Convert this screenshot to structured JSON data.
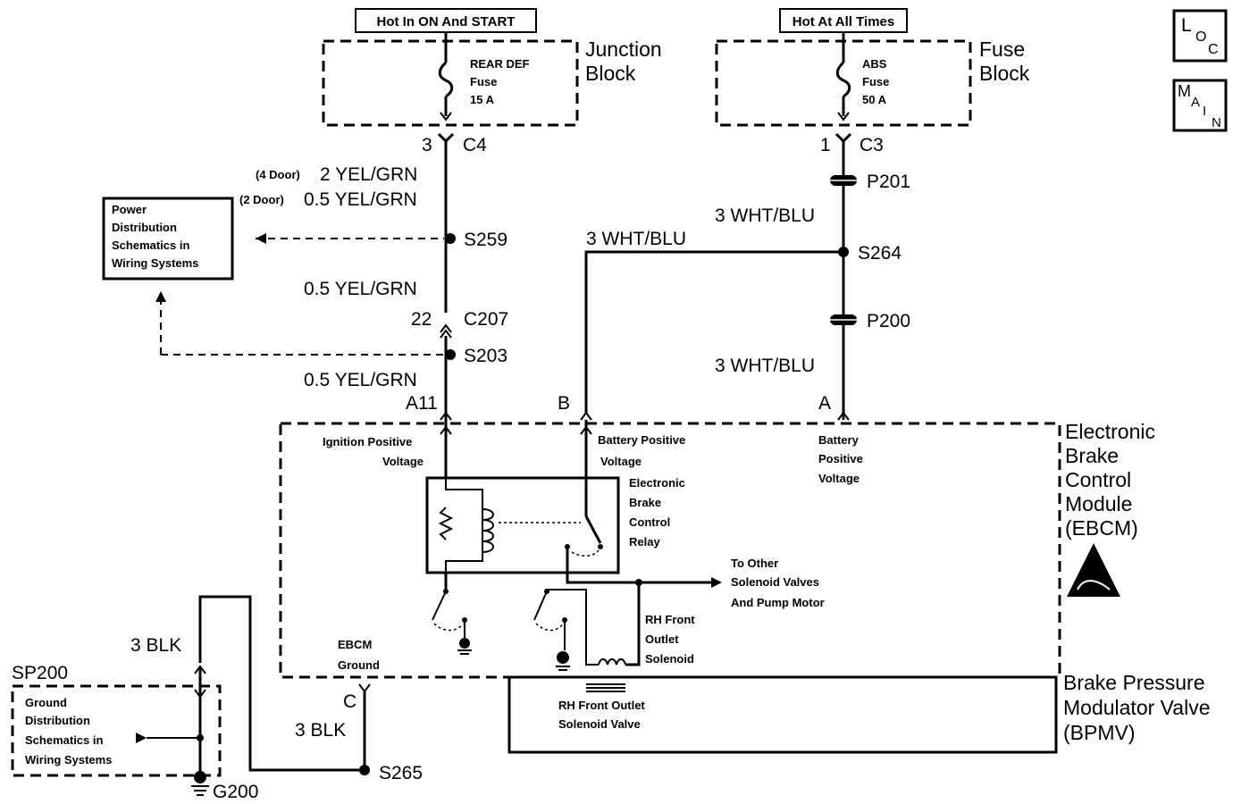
{
  "header": {
    "hot_run": "Hot In ON And START",
    "hot_all": "Hot At All Times",
    "loc": [
      "L",
      "O",
      "C"
    ],
    "main": [
      "M",
      "A",
      "I",
      "N"
    ]
  },
  "junction_block": {
    "name": [
      "Junction",
      "Block"
    ],
    "fuse": [
      "REAR DEF",
      "Fuse",
      "15 A"
    ],
    "pin": "3",
    "connector": "C4"
  },
  "fuse_block": {
    "name": [
      "Fuse",
      "Block"
    ],
    "fuse": [
      "ABS",
      "Fuse",
      "50 A"
    ],
    "pin": "1",
    "connector": "C3"
  },
  "left_circuit": {
    "wire_4door": "(4 Door)",
    "wire_4door_label": "2 YEL/GRN",
    "wire_2door": "(2 Door)",
    "wire_2door_label": "0.5 YEL/GRN",
    "splice_1": "S259",
    "wire_mid": "0.5 YEL/GRN",
    "c207_pin": "22",
    "c207": "C207",
    "splice_2": "S203",
    "wire_low": "0.5 YEL/GRN",
    "ebcm_pin": "A11"
  },
  "power_dist_box": [
    "Power",
    "Distribution",
    "Schematics in",
    "Wiring Systems"
  ],
  "right_circuit": {
    "p201": "P201",
    "wire_upper": "3 WHT/BLU",
    "splice": "S264",
    "wire_branch": "3 WHT/BLU",
    "p200": "P200",
    "wire_lower": "3 WHT/BLU",
    "pin_a": "A",
    "pin_b": "B"
  },
  "ebcm": {
    "name": [
      "Electronic",
      "Brake",
      "Control",
      "Module",
      "(EBCM)"
    ],
    "ign_label": [
      "Ignition Positive",
      "Voltage"
    ],
    "batt_b_label": [
      "Battery Positive",
      "Voltage"
    ],
    "batt_a_label": [
      "Battery",
      "Positive",
      "Voltage"
    ],
    "relay_label": [
      "Electronic",
      "Brake",
      "Control",
      "Relay"
    ],
    "to_other": [
      "To Other",
      "Solenoid Valves",
      "And Pump Motor"
    ],
    "rh_front": [
      "RH Front",
      "Outlet",
      "Solenoid"
    ],
    "ground_label": [
      "EBCM",
      "Ground"
    ],
    "ground_pin": "C"
  },
  "bpmv": {
    "name": [
      "Brake Pressure",
      "Modulator Valve",
      "(BPMV)"
    ],
    "valve_label": [
      "RH Front Outlet",
      "Solenoid Valve"
    ]
  },
  "ground_circuit": {
    "wire_upper": "3 BLK",
    "wire_lower": "3 BLK",
    "splice": "S265",
    "sp200": "SP200",
    "ground_box": [
      "Ground",
      "Distribution",
      "Schematics in",
      "Wiring Systems"
    ],
    "ground": "G200"
  }
}
